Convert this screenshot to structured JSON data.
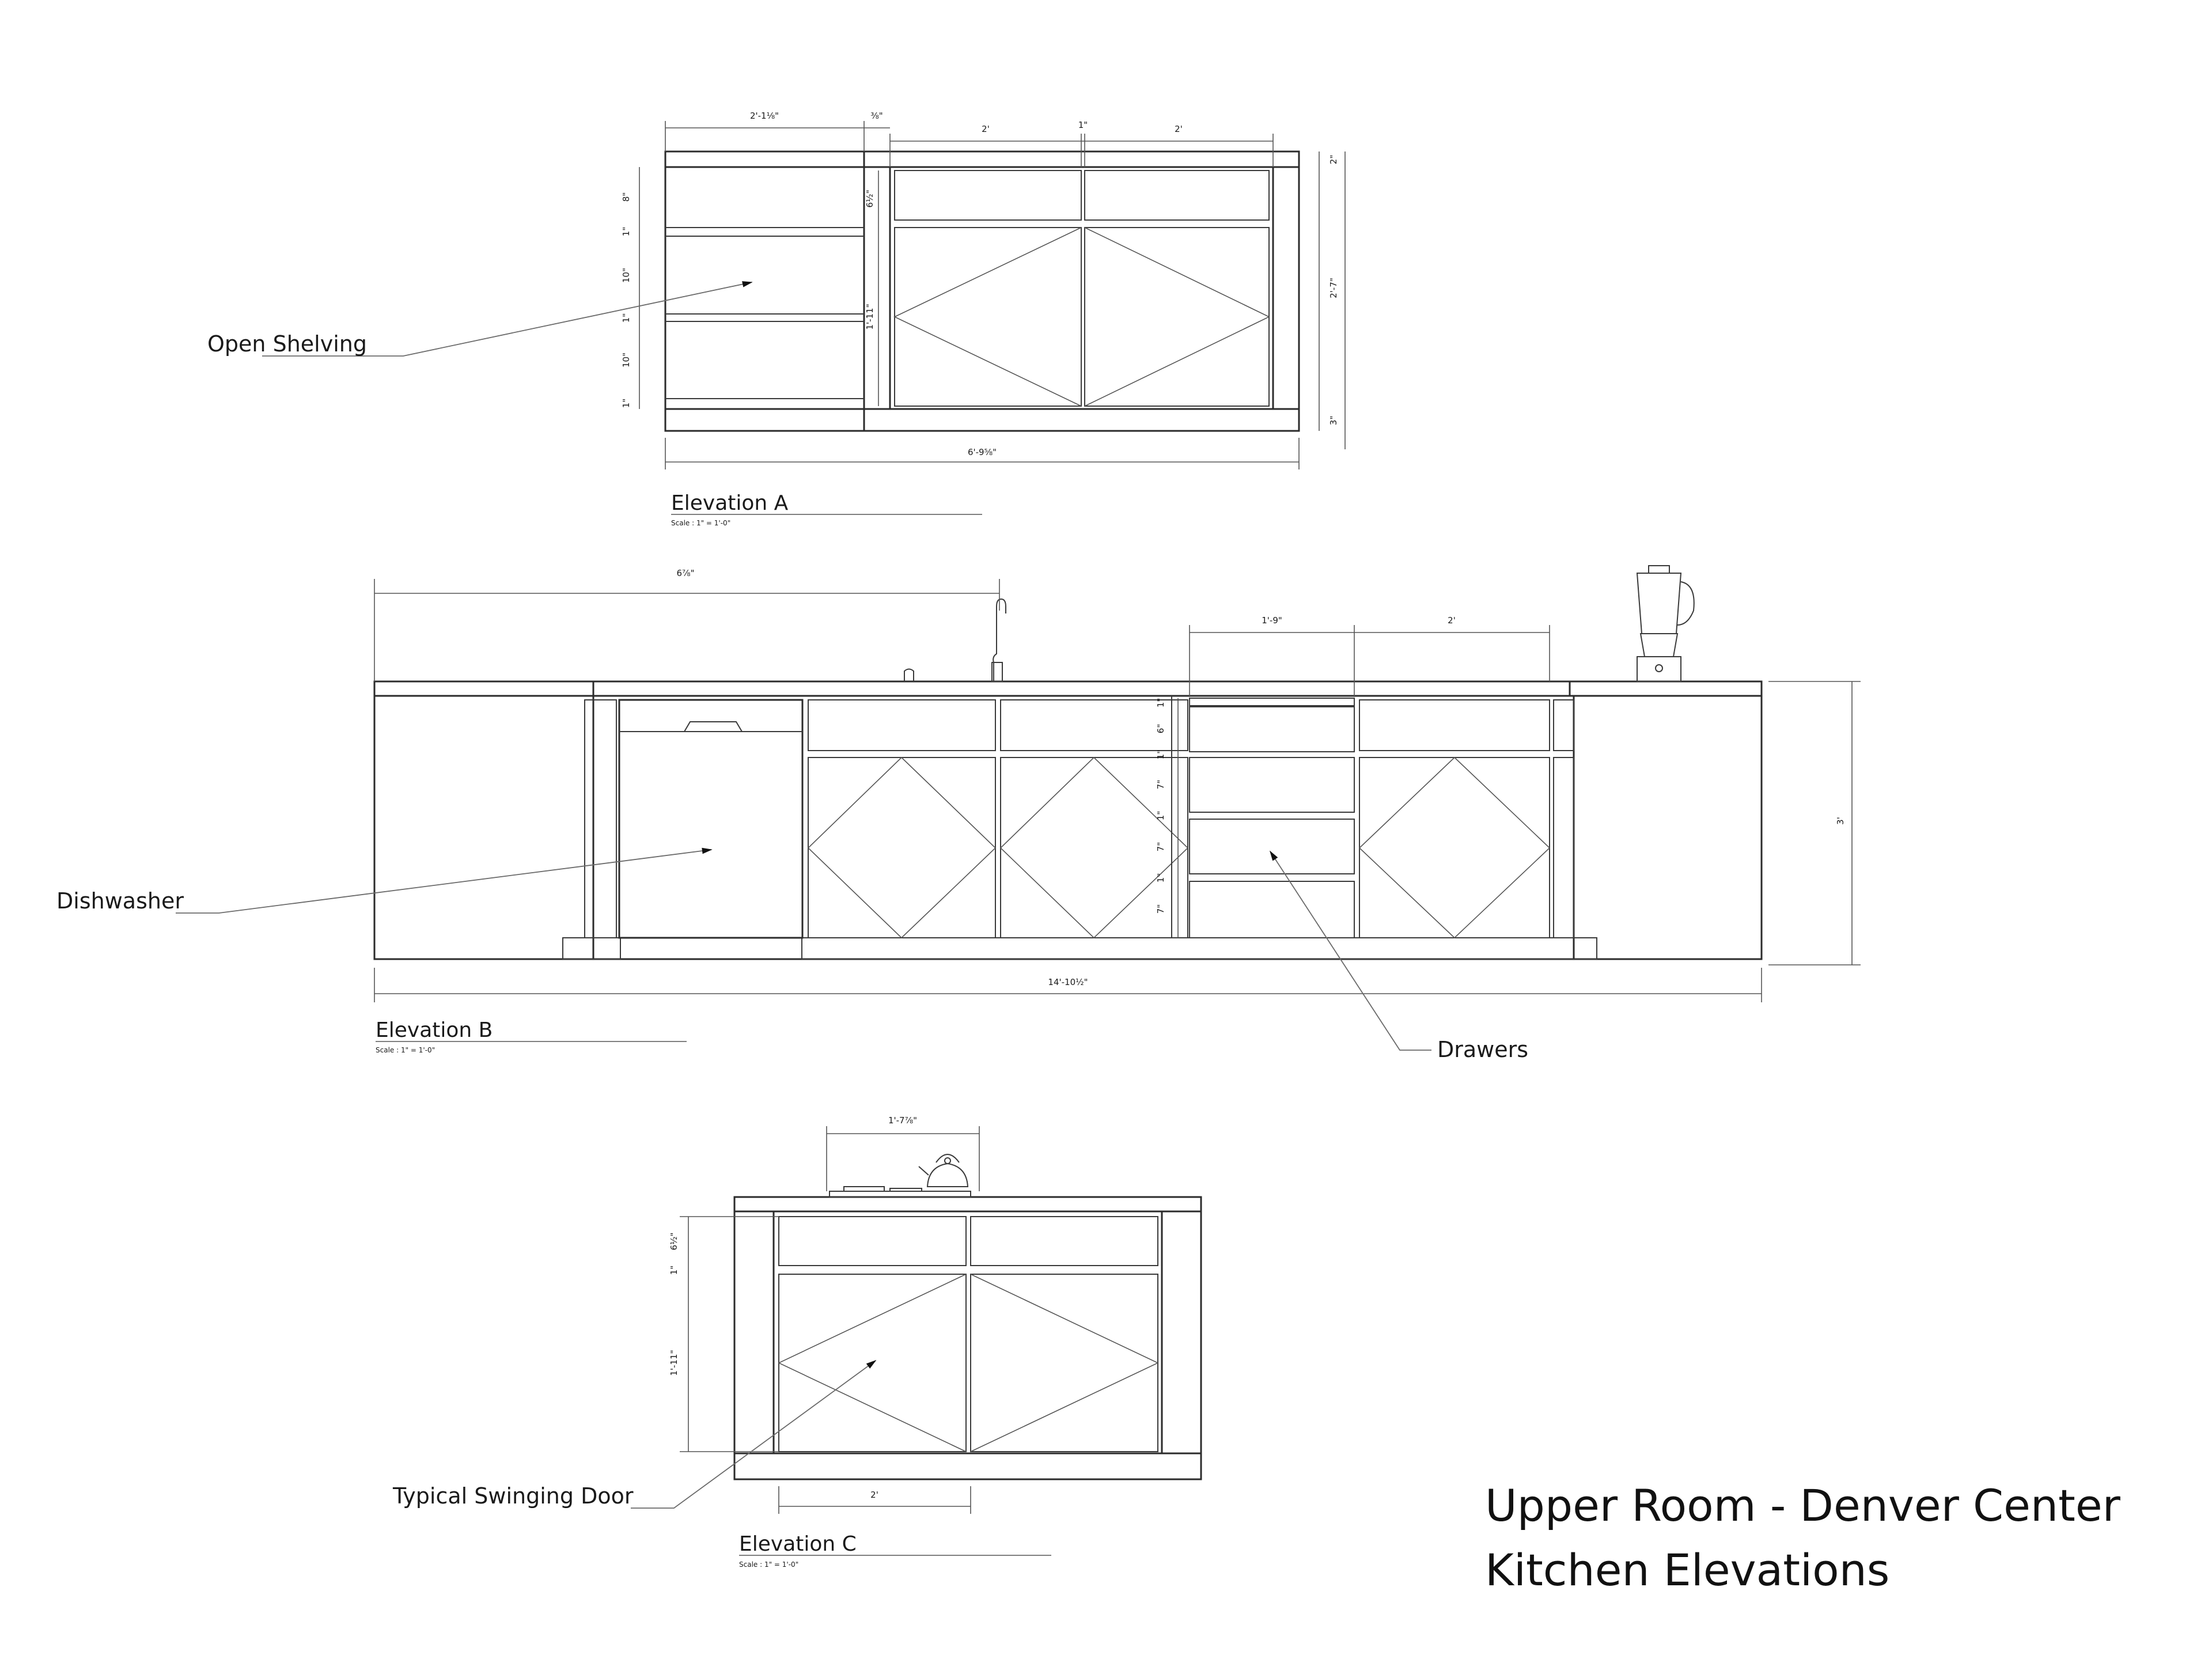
{
  "sheet": {
    "title_line1": "Upper Room - Denver Center",
    "title_line2": "Kitchen Elevations"
  },
  "elevation_a": {
    "title": "Elevation A",
    "scale": "Scale : 1\" = 1'-0\"",
    "label_shelving": "Open Shelving",
    "dims": {
      "shelf_width": "2'-1⅛\"",
      "gap": "⅜\"",
      "door_w_left": "2'",
      "mid_gap": "1\"",
      "door_w_right": "2'",
      "shelf_h1": "8\"",
      "shelf_t1": "1\"",
      "shelf_h2": "10\"",
      "shelf_t2": "1\"",
      "shelf_h3": "10\"",
      "shelf_t3": "1\"",
      "drawer_h": "6½\"",
      "door_h": "1'-11\"",
      "top_h": "2\"",
      "total_h": "2'-7\"",
      "base_h": "3\"",
      "total_w": "6'-9⅝\""
    }
  },
  "elevation_b": {
    "title": "Elevation B",
    "scale": "Scale : 1\" = 1'-0\"",
    "label_dishwasher": "Dishwasher",
    "label_drawers": "Drawers",
    "dims": {
      "to_faucet": "6⅞\"",
      "drawer_w": "1'-9\"",
      "door_w": "2'",
      "d1": "1\"",
      "d2": "6\"",
      "d3": "1\"",
      "d4": "7\"",
      "d5": "1\"",
      "d6": "7\"",
      "d7": "1\"",
      "d8": "7\"",
      "total_h": "3'",
      "total_w": "14'-10½\""
    }
  },
  "elevation_c": {
    "title": "Elevation C",
    "scale": "Scale : 1\" = 1'-0\"",
    "label_door": "Typical Swinging Door",
    "dims": {
      "cooktop_w": "1'-7⅞\"",
      "drawer_h": "6½\"",
      "gap": "1\"",
      "door_h": "1'-11\"",
      "door_w": "2'"
    }
  }
}
